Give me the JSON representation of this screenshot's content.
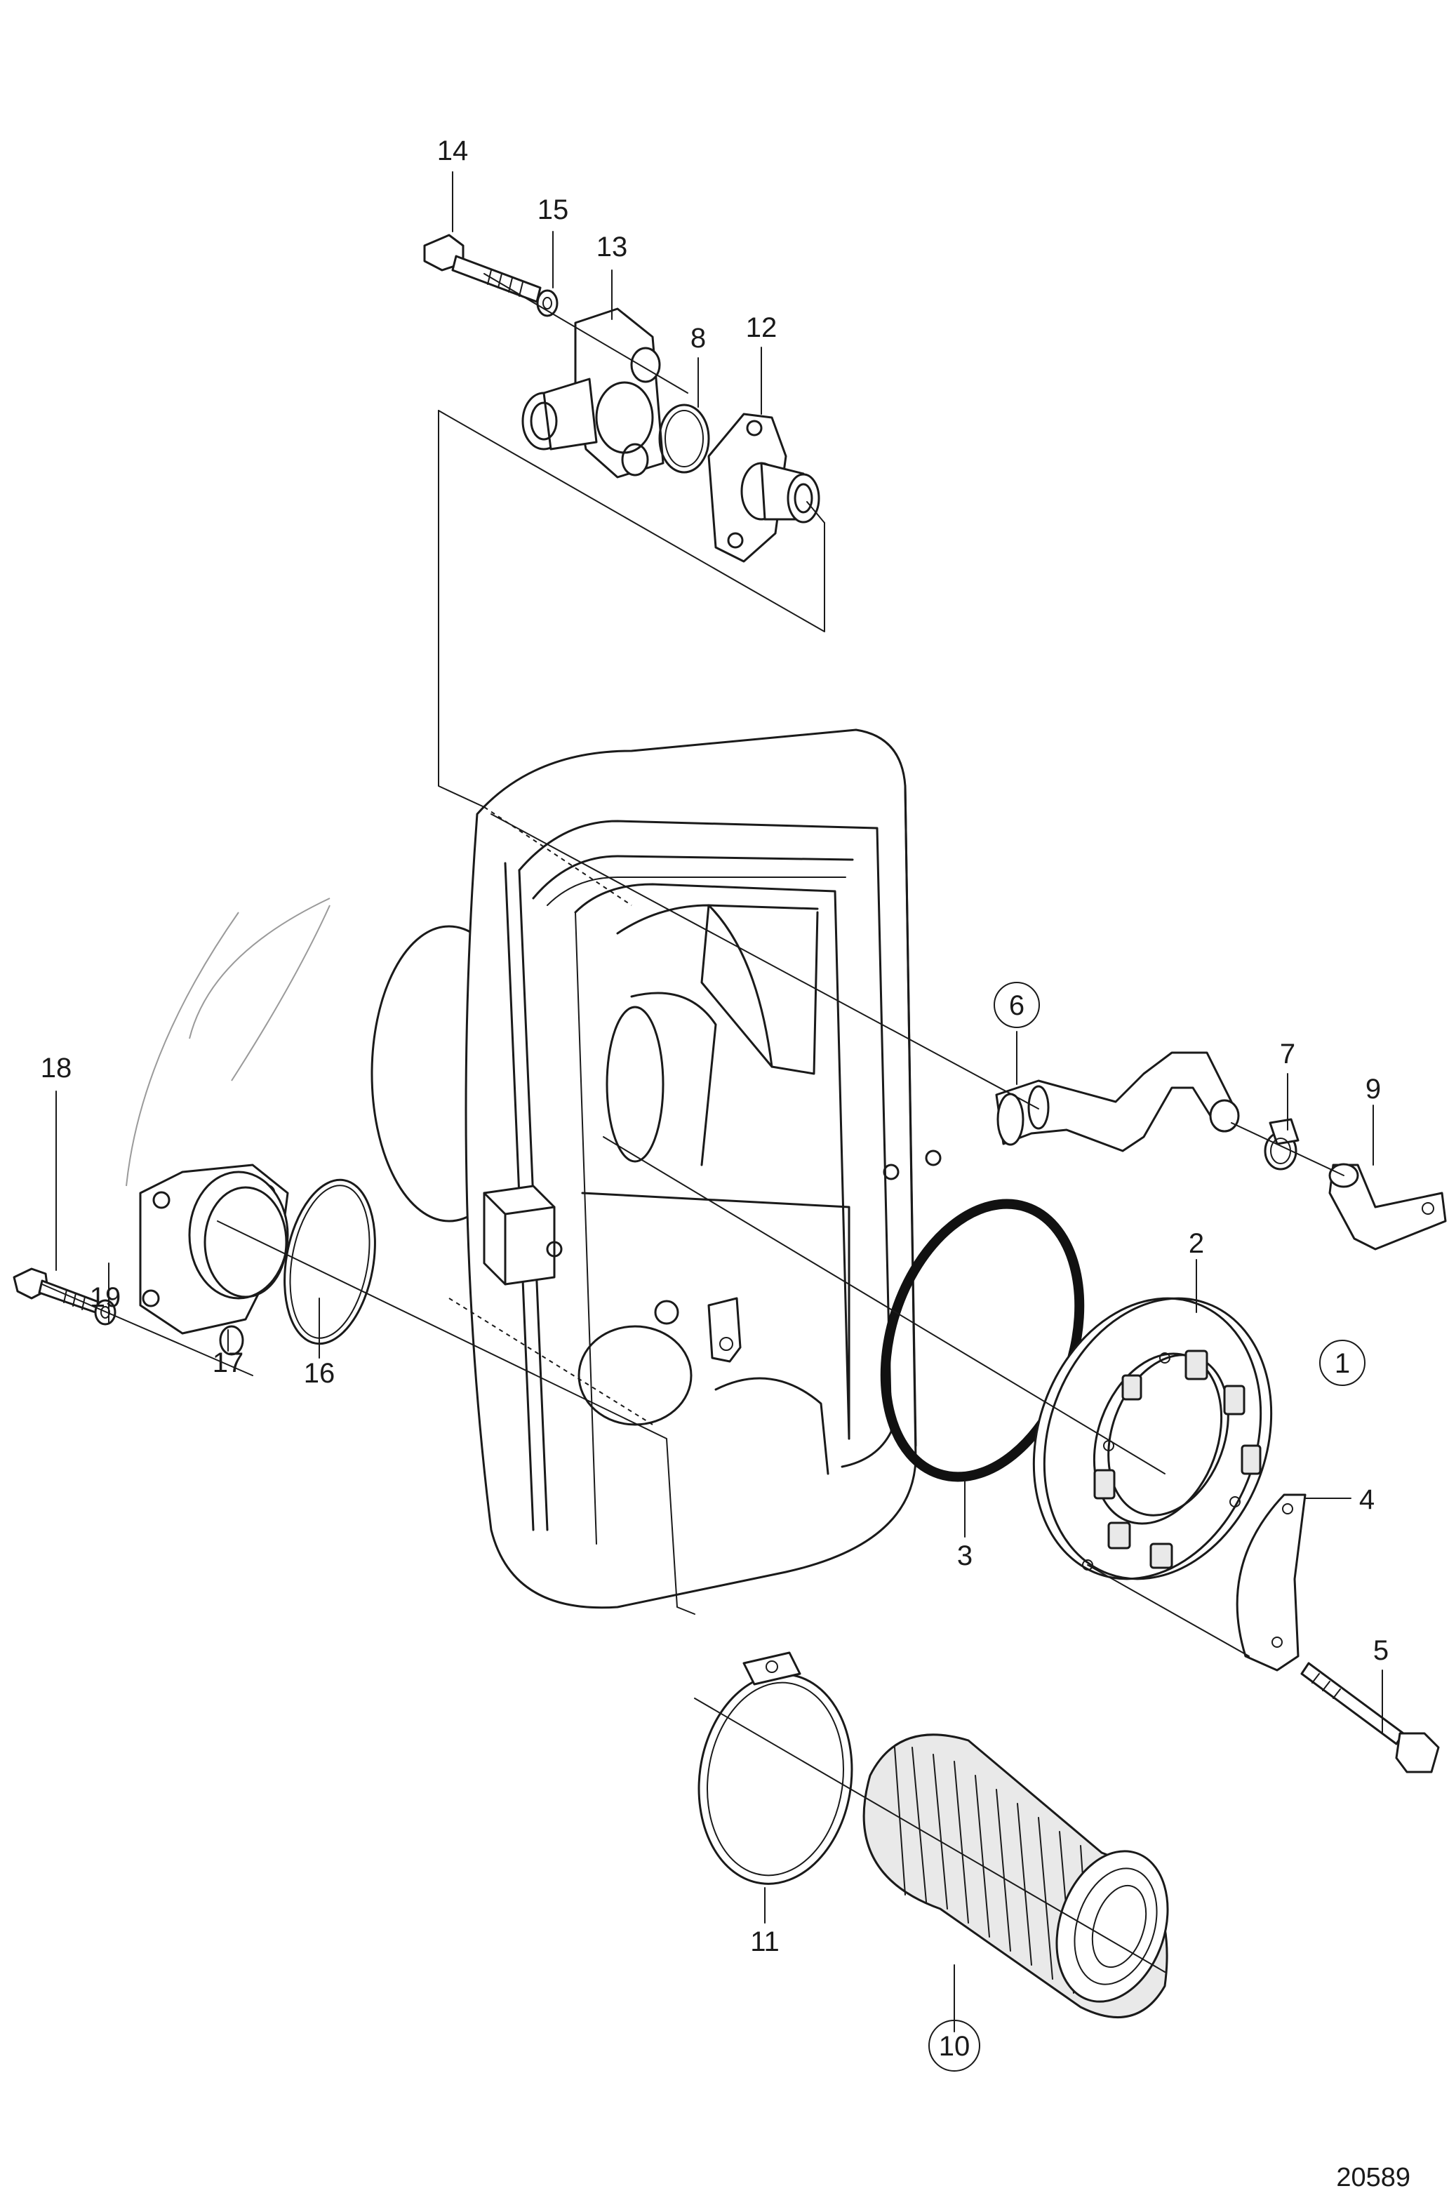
{
  "diagram": {
    "reference_number": "20589",
    "callouts": [
      {
        "id": "c1",
        "label": "1",
        "circled": true
      },
      {
        "id": "c2",
        "label": "2",
        "circled": false
      },
      {
        "id": "c3",
        "label": "3",
        "circled": false
      },
      {
        "id": "c4",
        "label": "4",
        "circled": false
      },
      {
        "id": "c5",
        "label": "5",
        "circled": false
      },
      {
        "id": "c6",
        "label": "6",
        "circled": true
      },
      {
        "id": "c7",
        "label": "7",
        "circled": false
      },
      {
        "id": "c8",
        "label": "8",
        "circled": false
      },
      {
        "id": "c9",
        "label": "9",
        "circled": false
      },
      {
        "id": "c10",
        "label": "10",
        "circled": true
      },
      {
        "id": "c11",
        "label": "11",
        "circled": false
      },
      {
        "id": "c12",
        "label": "12",
        "circled": false
      },
      {
        "id": "c13",
        "label": "13",
        "circled": false
      },
      {
        "id": "c14",
        "label": "14",
        "circled": false
      },
      {
        "id": "c15",
        "label": "15",
        "circled": false
      },
      {
        "id": "c16",
        "label": "16",
        "circled": false
      },
      {
        "id": "c17",
        "label": "17",
        "circled": false
      },
      {
        "id": "c18",
        "label": "18",
        "circled": false
      },
      {
        "id": "c19",
        "label": "19",
        "circled": false
      }
    ]
  }
}
